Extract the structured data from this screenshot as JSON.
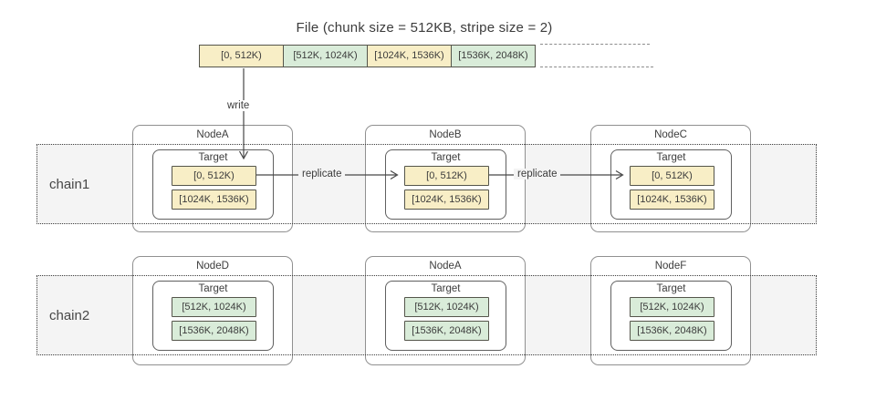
{
  "title": "File (chunk size = 512KB, stripe size = 2)",
  "labels": {
    "write": "write",
    "replicate": "replicate",
    "target": "Target"
  },
  "colors": {
    "chunk_yellow": "#f8eec6",
    "chunk_green": "#d9ecd9",
    "chunk_border": "#55554b",
    "strip_background": "#f4f4f4",
    "strip_dotted_border": "#3d3d3d",
    "node_border": "#909090",
    "arrow": "#474747"
  },
  "file_bar": {
    "chunks": [
      {
        "label": "[0, 512K)",
        "color": "yellow"
      },
      {
        "label": "[512K, 1024K)",
        "color": "green"
      },
      {
        "label": "[1024K, 1536K)",
        "color": "yellow"
      },
      {
        "label": "[1536K, 2048K)",
        "color": "green"
      }
    ]
  },
  "chains": [
    {
      "label": "chain1",
      "nodes": [
        {
          "name": "NodeA",
          "color": "yellow",
          "chunks": [
            "[0, 512K)",
            "[1024K, 1536K)"
          ]
        },
        {
          "name": "NodeB",
          "color": "yellow",
          "chunks": [
            "[0, 512K)",
            "[1024K, 1536K)"
          ]
        },
        {
          "name": "NodeC",
          "color": "yellow",
          "chunks": [
            "[0, 512K)",
            "[1024K, 1536K)"
          ]
        }
      ]
    },
    {
      "label": "chain2",
      "nodes": [
        {
          "name": "NodeD",
          "color": "green",
          "chunks": [
            "[512K, 1024K)",
            "[1536K, 2048K)"
          ]
        },
        {
          "name": "NodeA",
          "color": "green",
          "chunks": [
            "[512K, 1024K)",
            "[1536K, 2048K)"
          ]
        },
        {
          "name": "NodeF",
          "color": "green",
          "chunks": [
            "[512K, 1024K)",
            "[1536K, 2048K)"
          ]
        }
      ]
    }
  ]
}
